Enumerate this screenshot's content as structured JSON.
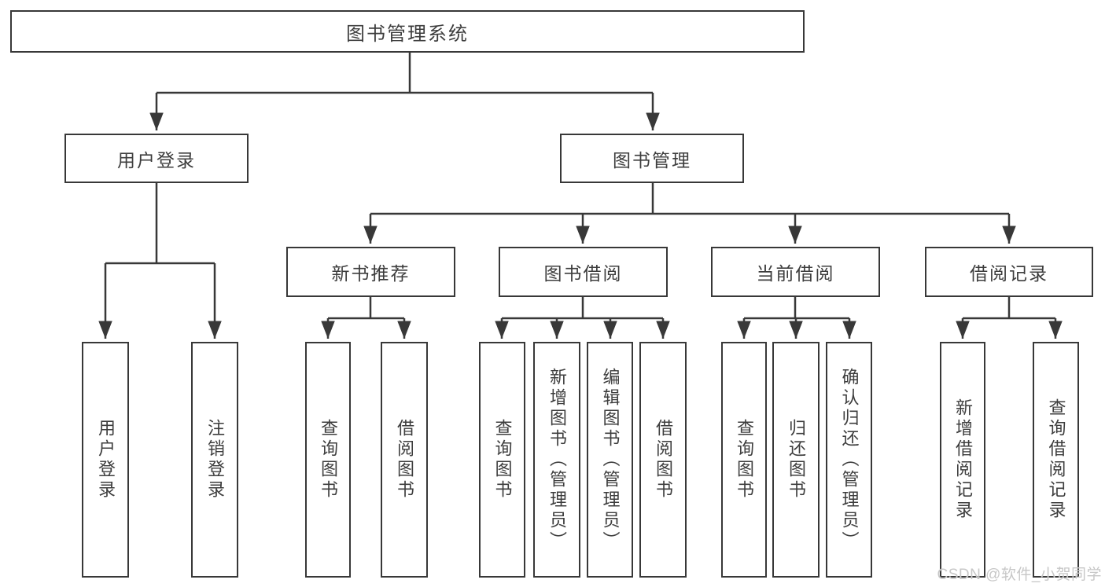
{
  "diagram": {
    "title": "图书管理系统",
    "root": {
      "label": "图书管理系统"
    },
    "level2": [
      {
        "label": "用户登录"
      },
      {
        "label": "图书管理"
      }
    ],
    "level3": [
      {
        "label": "新书推荐"
      },
      {
        "label": "图书借阅"
      },
      {
        "label": "当前借阅"
      },
      {
        "label": "借阅记录"
      }
    ],
    "leaves": [
      {
        "label": "用户登录",
        "parent": "用户登录"
      },
      {
        "label": "注销登录",
        "parent": "用户登录"
      },
      {
        "label": "查询图书",
        "parent": "新书推荐"
      },
      {
        "label": "借阅图书",
        "parent": "新书推荐"
      },
      {
        "label": "查询图书",
        "parent": "图书借阅"
      },
      {
        "label": "新增图书（管理员）",
        "parent": "图书借阅"
      },
      {
        "label": "编辑图书（管理员）",
        "parent": "图书借阅"
      },
      {
        "label": "借阅图书",
        "parent": "图书借阅"
      },
      {
        "label": "查询图书",
        "parent": "当前借阅"
      },
      {
        "label": "归还图书",
        "parent": "当前借阅"
      },
      {
        "label": "确认归还（管理员）",
        "parent": "当前借阅"
      },
      {
        "label": "新增借阅记录",
        "parent": "借阅记录"
      },
      {
        "label": "查询借阅记录",
        "parent": "借阅记录"
      }
    ]
  },
  "watermark": {
    "text": "CSDN @软件_小贺同学"
  },
  "colors": {
    "line": "#383838",
    "text": "#3d3d3d",
    "background": "#ffffff",
    "watermark": "#c7c7c7"
  }
}
